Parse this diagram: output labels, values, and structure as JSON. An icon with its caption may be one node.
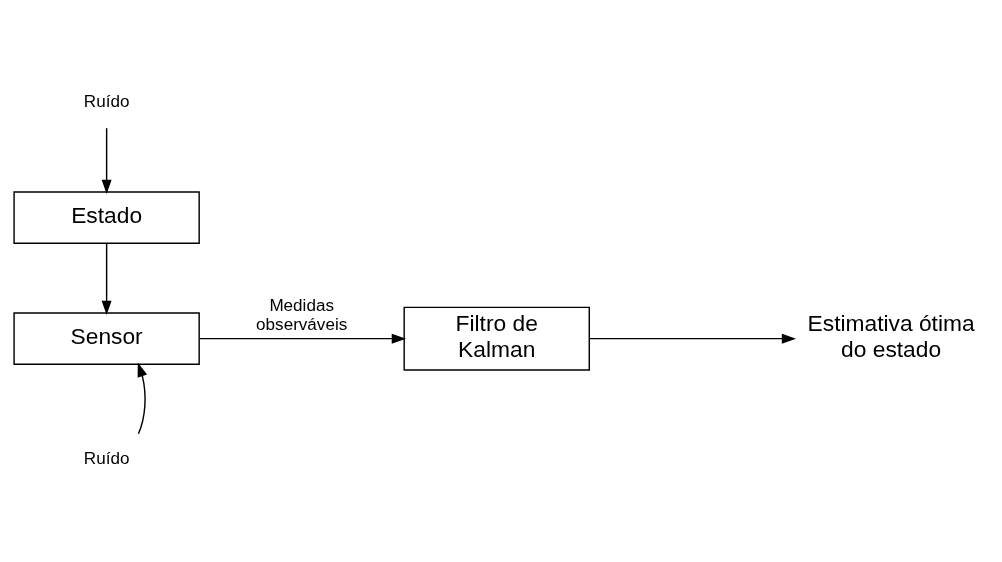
{
  "diagram": {
    "nodes": [
      {
        "text": [
          "Ruído"
        ]
      },
      {
        "text": [
          "Estado"
        ]
      },
      {
        "text": [
          "Sensor"
        ]
      },
      {
        "text": [
          "Ruído"
        ]
      },
      {
        "text": [
          "Filtro de Kalman"
        ]
      },
      {
        "text": [
          "Estimativa ótima do estado"
        ]
      }
    ],
    "edges": [
      {
        "from": 0,
        "to": 1,
        "arrow": "to"
      },
      {
        "from": 1,
        "to": 2,
        "arrow": "to"
      },
      {
        "from": 3,
        "to": 2,
        "arrow": "to"
      },
      {
        "from": 2,
        "to": 4,
        "arrow": "to",
        "label": "Medidas observáveis"
      },
      {
        "from": 4,
        "to": 5,
        "arrow": "to"
      }
    ]
  }
}
